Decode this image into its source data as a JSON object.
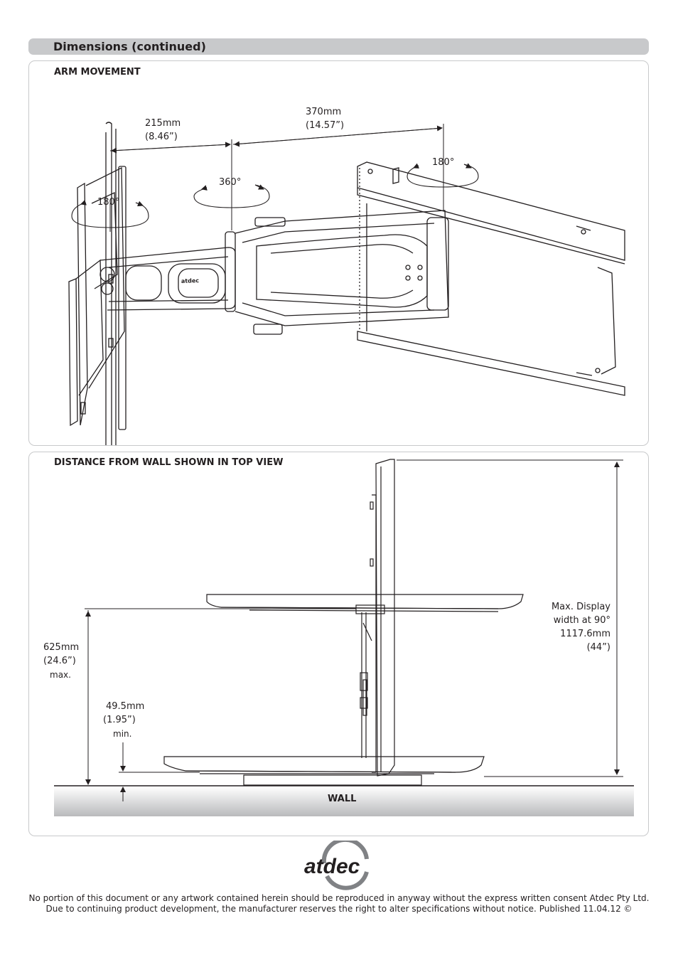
{
  "header": {
    "title": "Dimensions (continued)"
  },
  "arm_movement": {
    "title": "ARM MOVEMENT",
    "dim_215": {
      "mm": "215mm",
      "in": "(8.46”)"
    },
    "dim_370": {
      "mm": "370mm",
      "in": "(14.57”)"
    },
    "rot_left": "180°",
    "rot_center": "360°",
    "rot_right": "180°",
    "arm_brand": "atdec"
  },
  "top_view": {
    "title": "DISTANCE FROM WALL SHOWN IN TOP VIEW",
    "max_dist": {
      "mm": "625mm",
      "in": "(24.6”)",
      "note": "max."
    },
    "min_dist": {
      "mm": "49.5mm",
      "in": "(1.95”)",
      "note": "min."
    },
    "max_display": {
      "line1": "Max. Display",
      "line2": "width at 90°",
      "line3": "1117.6mm",
      "line4": "(44”)"
    },
    "wall_label": "WALL"
  },
  "logo": {
    "text": "atdec"
  },
  "footer": {
    "line1": "No portion of this document or any artwork contained herein should be reproduced in anyway without the express written consent Atdec Pty Ltd.",
    "line2": "Due to continuing product development, the manufacturer reserves the right to alter specifications without notice. Published 11.04.12 ©"
  }
}
